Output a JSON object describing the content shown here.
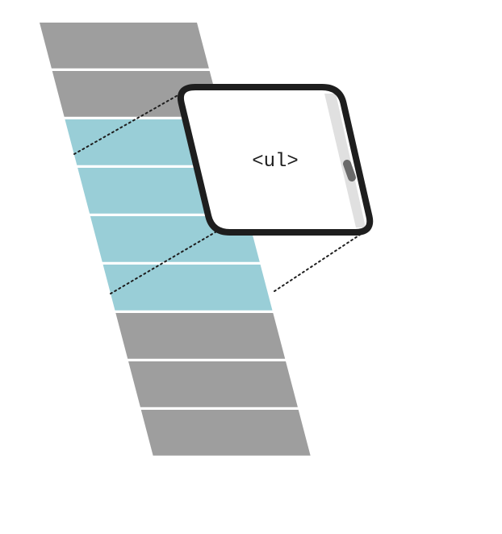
{
  "diagram": {
    "label": "<ul>",
    "rows": [
      {
        "state": "hidden"
      },
      {
        "state": "hidden"
      },
      {
        "state": "visible"
      },
      {
        "state": "visible"
      },
      {
        "state": "visible"
      },
      {
        "state": "visible"
      },
      {
        "state": "hidden"
      },
      {
        "state": "hidden"
      },
      {
        "state": "hidden"
      }
    ],
    "colors": {
      "hidden_row": "#9e9e9e",
      "visible_row": "#99ced7",
      "frame_stroke": "#1e1e1e",
      "scrollbar_track": "#e0e0e0",
      "scrollbar_thumb": "#6a6a6a",
      "background": "#ffffff"
    }
  }
}
